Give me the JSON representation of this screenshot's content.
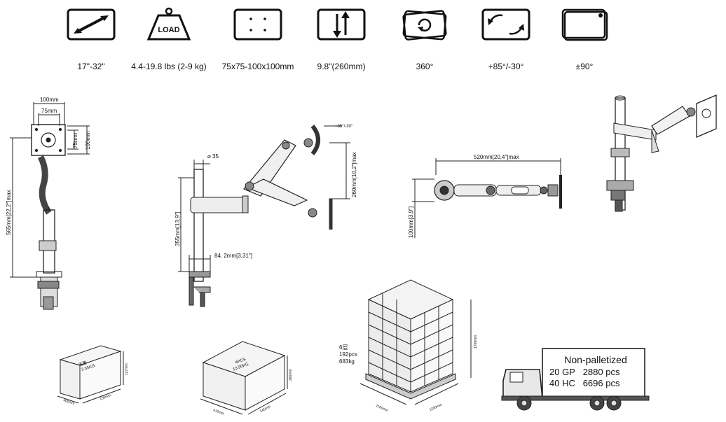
{
  "specs": [
    {
      "icon": "diagonal-arrow-icon",
      "label": "17\"-32\""
    },
    {
      "icon": "load-weight-icon",
      "icon_text": "LOAD",
      "label": "4.4-19.8 lbs (2-9 kg)"
    },
    {
      "icon": "vesa-plate-icon",
      "label": "75x75-100x100mm"
    },
    {
      "icon": "height-arrows-icon",
      "label": "9.8\"(260mm)"
    },
    {
      "icon": "rotate-icon",
      "label": "360°"
    },
    {
      "icon": "tilt-icon",
      "label": "+85°/-30°"
    },
    {
      "icon": "swivel-icon",
      "label": "±90°"
    }
  ],
  "front_view": {
    "width_100": "100mm",
    "width_75": "75mm",
    "height_75": "75mm",
    "height_100": "100mm",
    "max_height": "565mm[22,2\"]max"
  },
  "side_view": {
    "pole_diameter": "⌀ 35",
    "tilt": "+85°/-30°",
    "arm_height": "260mm[10,2\"]max",
    "pole_height": "355mm[13,9\"]",
    "clamp_depth": "84. 2mm[3,31\"]"
  },
  "top_view": {
    "reach": "520mm[20,4\"]max",
    "base_height": "100mm[3,9\"]"
  },
  "packages": {
    "single": {
      "line1": "毛重",
      "line2": "3.35KG",
      "length": "400mm",
      "width": "150mm",
      "height": "127mm"
    },
    "carton": {
      "line1": "4PCS",
      "line2": "13.90KG",
      "length": "410mm",
      "width": "345mm",
      "height": "266mm"
    }
  },
  "pallet": {
    "layers": "6层",
    "pcs": "192pcs",
    "weight": "683kg",
    "height": "1706mm",
    "length": "1160mm",
    "width": "1160mm"
  },
  "truck": {
    "title": "Non-palletized",
    "row1_type": "20 GP",
    "row1_qty": "2880 pcs",
    "row2_type": "40 HC",
    "row2_qty": "6696 pcs"
  }
}
